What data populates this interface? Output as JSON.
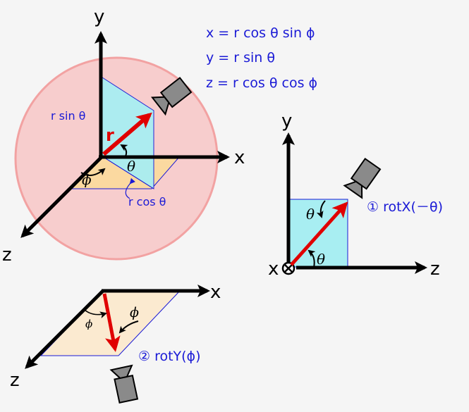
{
  "equations": {
    "x": "x = r cos θ sin ϕ",
    "y": "y = r sin θ",
    "z": "z = r cos θ cos ϕ"
  },
  "diagram_main": {
    "axis_x": "x",
    "axis_y": "y",
    "axis_z": "z",
    "r_label": "r",
    "r_sin_label": "r sin θ",
    "r_cos_label": "r cos θ",
    "theta": "θ",
    "phi": "ϕ"
  },
  "diagram_rotx": {
    "axis_y": "y",
    "axis_z": "z",
    "axis_x": "x",
    "theta_top": "θ",
    "theta_bottom": "θ",
    "step_label": "① rotX(－θ)"
  },
  "diagram_roty": {
    "axis_x": "x",
    "axis_z": "z",
    "phi_left": "ϕ",
    "phi_right": "ϕ",
    "step_label": "② rotY(ϕ)"
  },
  "colors": {
    "sphere": "#f8c9c9",
    "sphere_stroke": "#f29a9a",
    "cyan_fill": "#a8eef2",
    "orange_fill": "#fbd9a0",
    "blue": "#1a1ad6",
    "red": "#e00000",
    "camera": "#8a8a8a"
  },
  "icons": [
    "camera-icon"
  ]
}
